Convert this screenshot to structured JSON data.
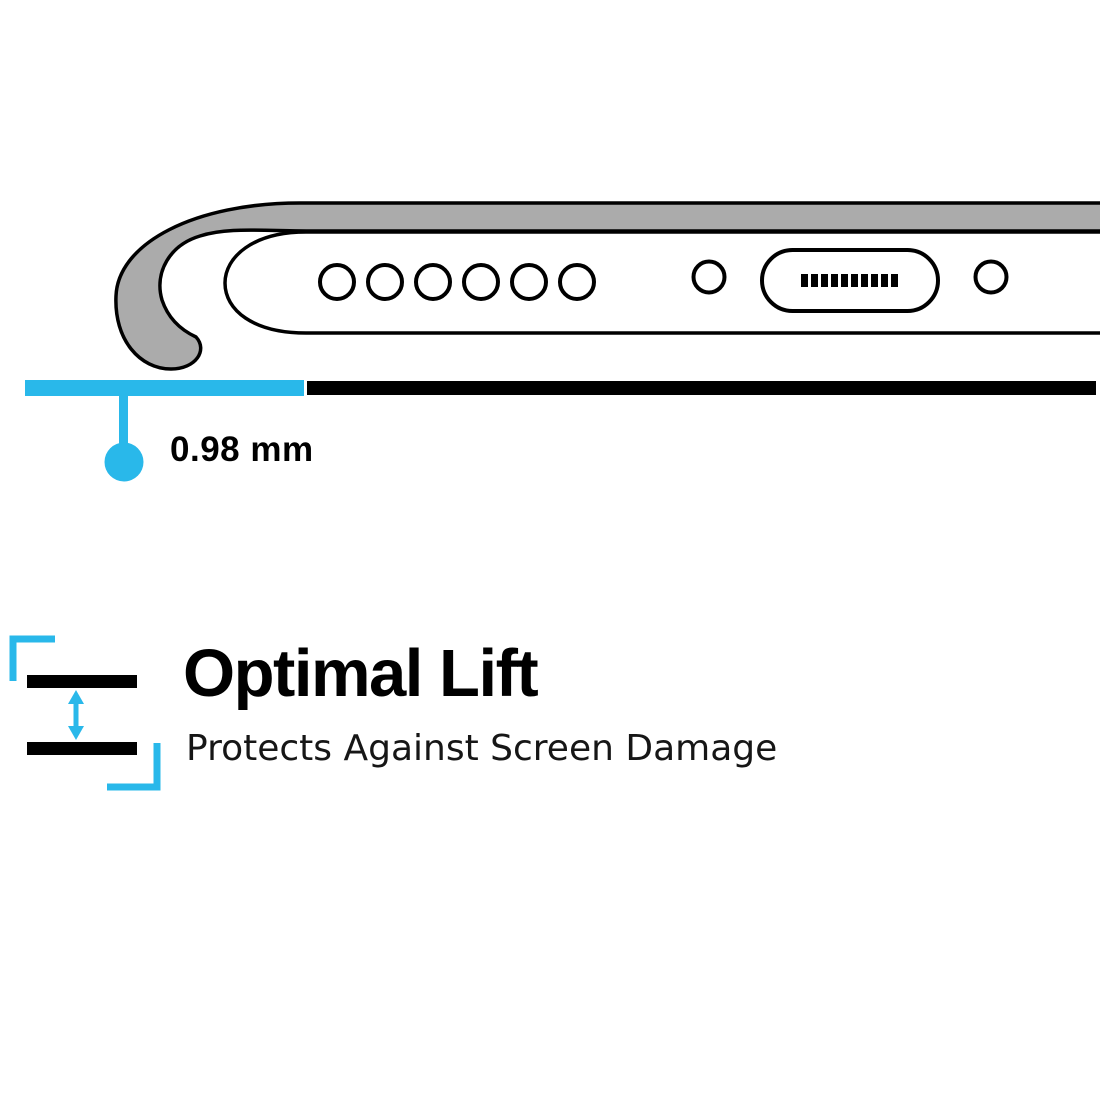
{
  "colors": {
    "accent": "#29b8ea",
    "case_gray": "#ababab",
    "ink": "#000000",
    "bg": "#ffffff"
  },
  "diagram": {
    "name": "phone-bottom-edge-in-case",
    "measurement_label": "0.98 mm",
    "icons": [
      "speaker-hole-icon",
      "screw-hole-icon",
      "charging-port-icon",
      "case-lip-icon",
      "measurement-dot-icon"
    ]
  },
  "feature": {
    "title": "Optimal Lift",
    "subtitle": "Protects Against Screen Damage",
    "icon": "lift-gap-icon"
  }
}
